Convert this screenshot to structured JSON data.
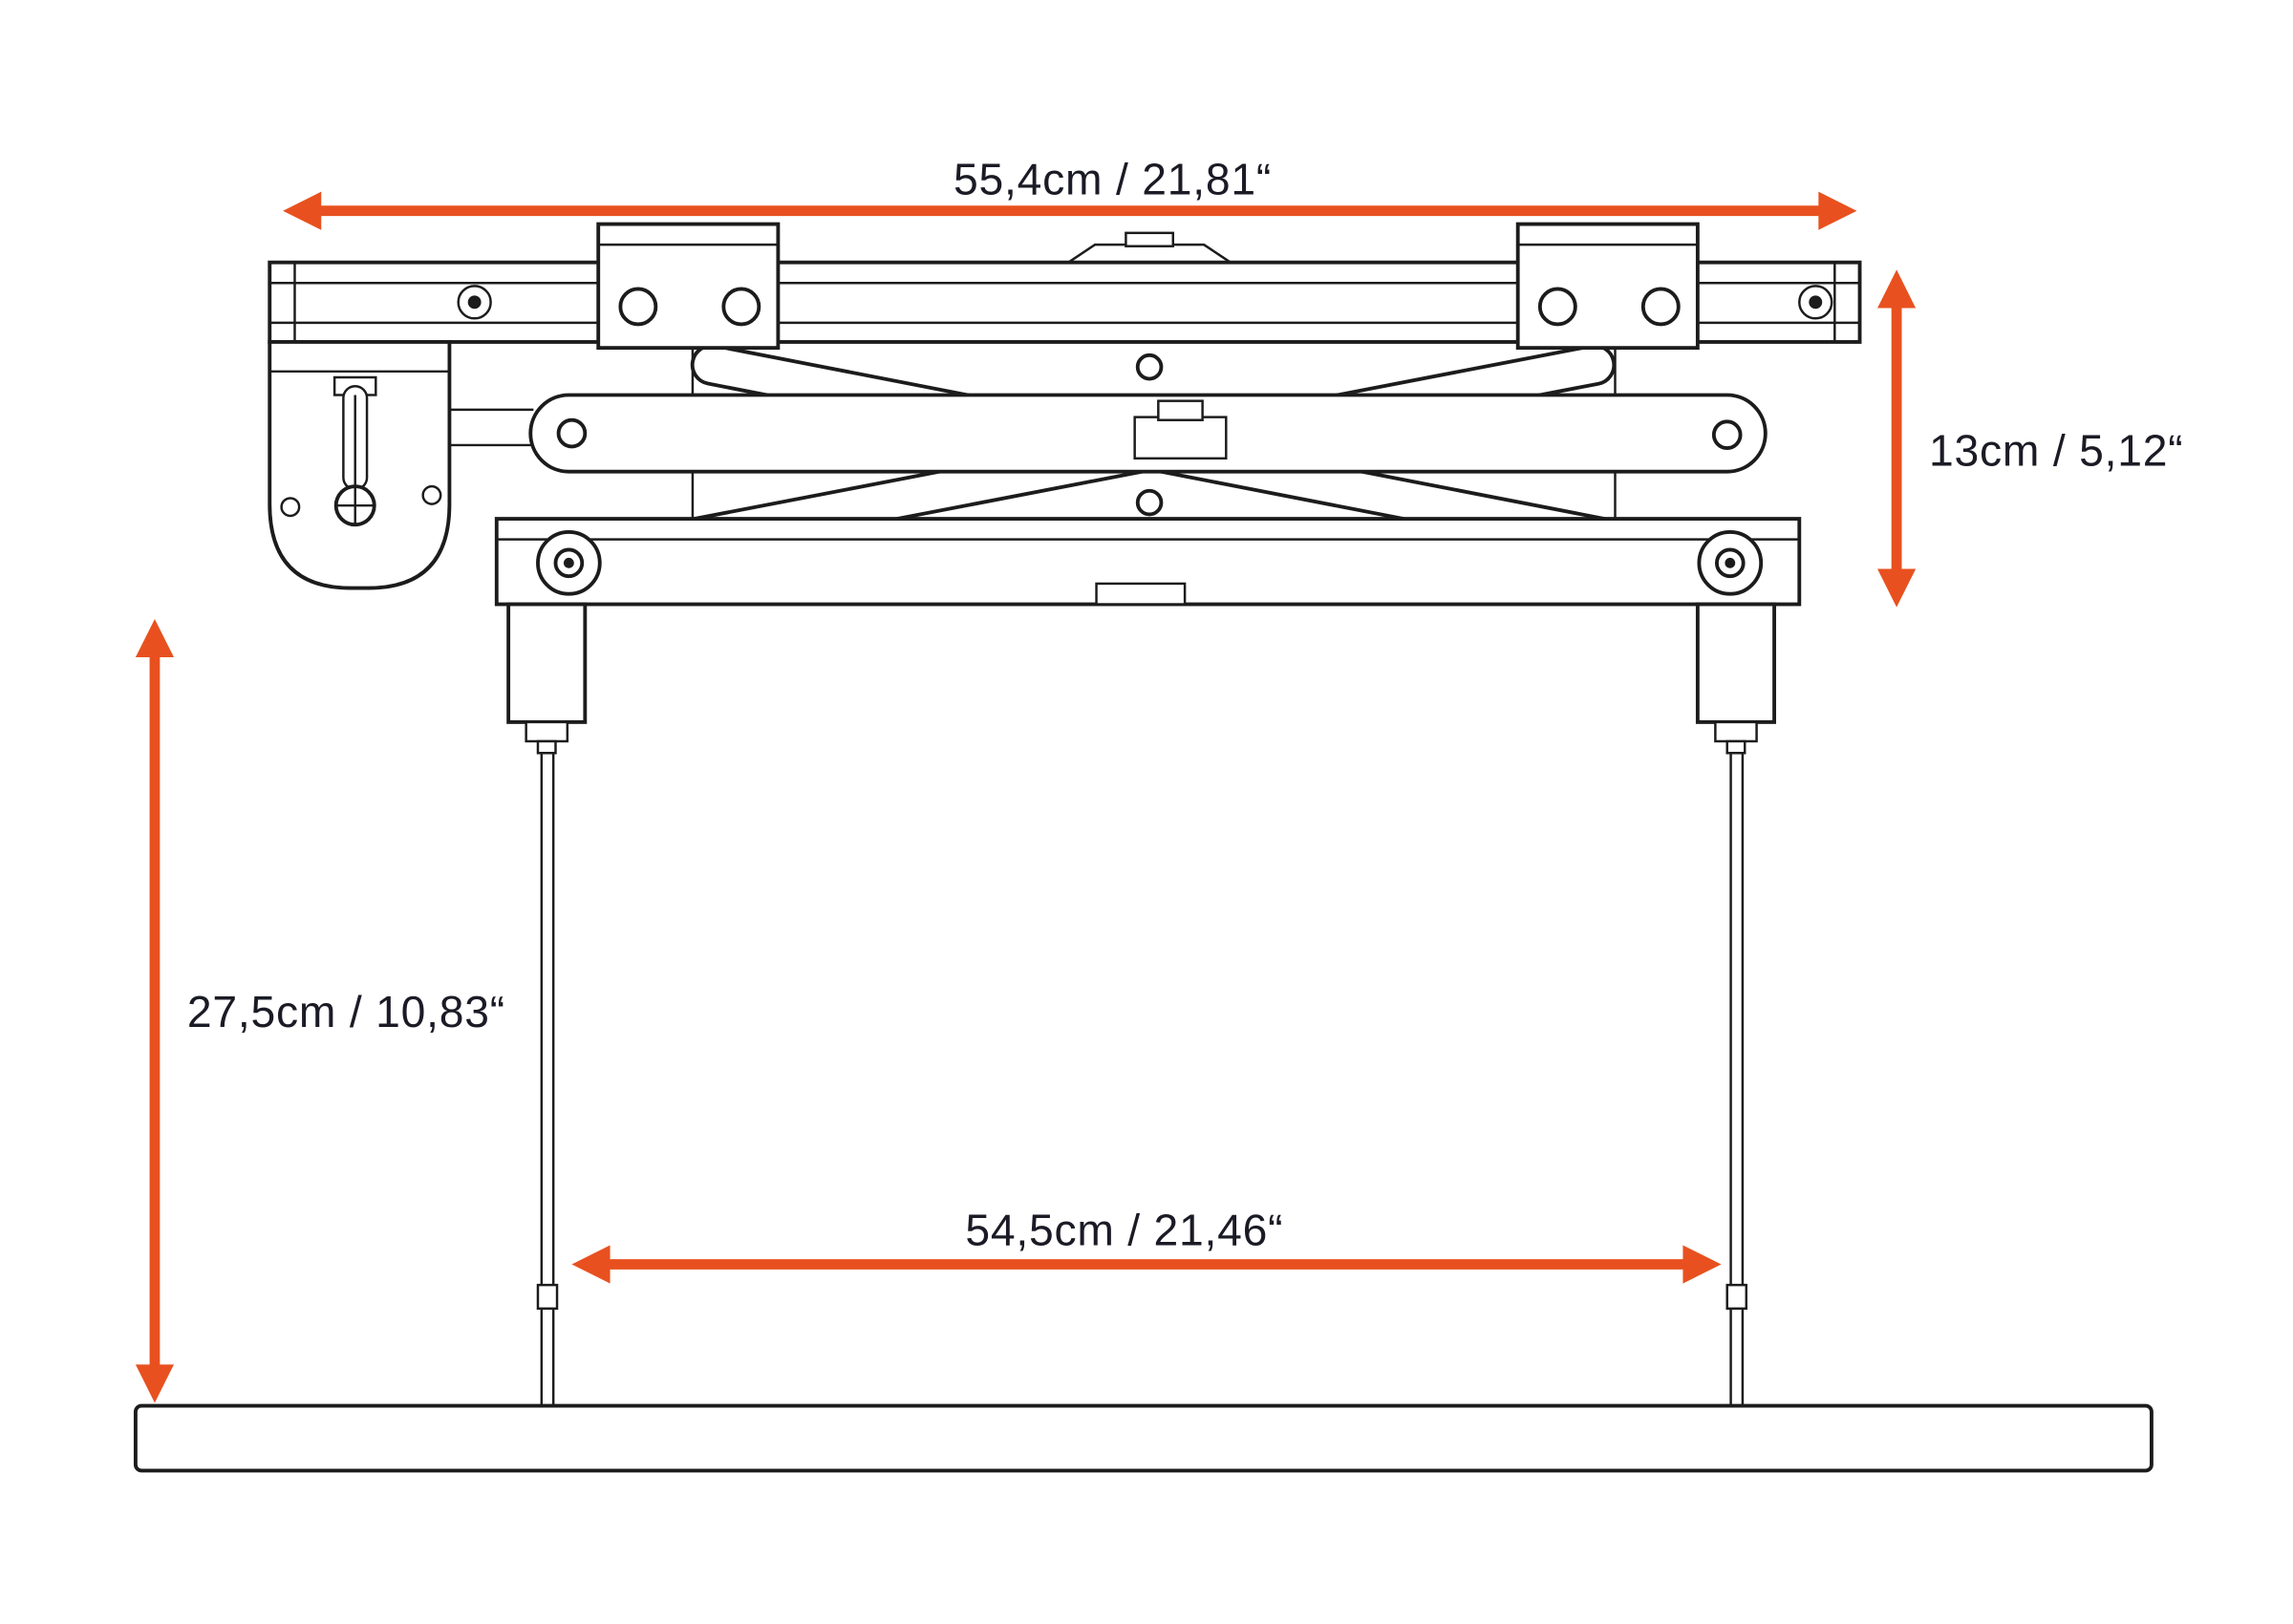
{
  "page": {
    "background": "#ffffff",
    "description": "Technical dimension drawing of a scissor-type projector ceiling lift"
  },
  "colors": {
    "accent": "#e8511f",
    "line": "#1c1c1c",
    "text": "#1b1b26"
  },
  "dimensions": {
    "top": "55,4cm / 21,81“",
    "right": "13cm / 5,12“",
    "left": "27,5cm / 10,83“",
    "bottom": "54,5cm / 21,46“"
  }
}
